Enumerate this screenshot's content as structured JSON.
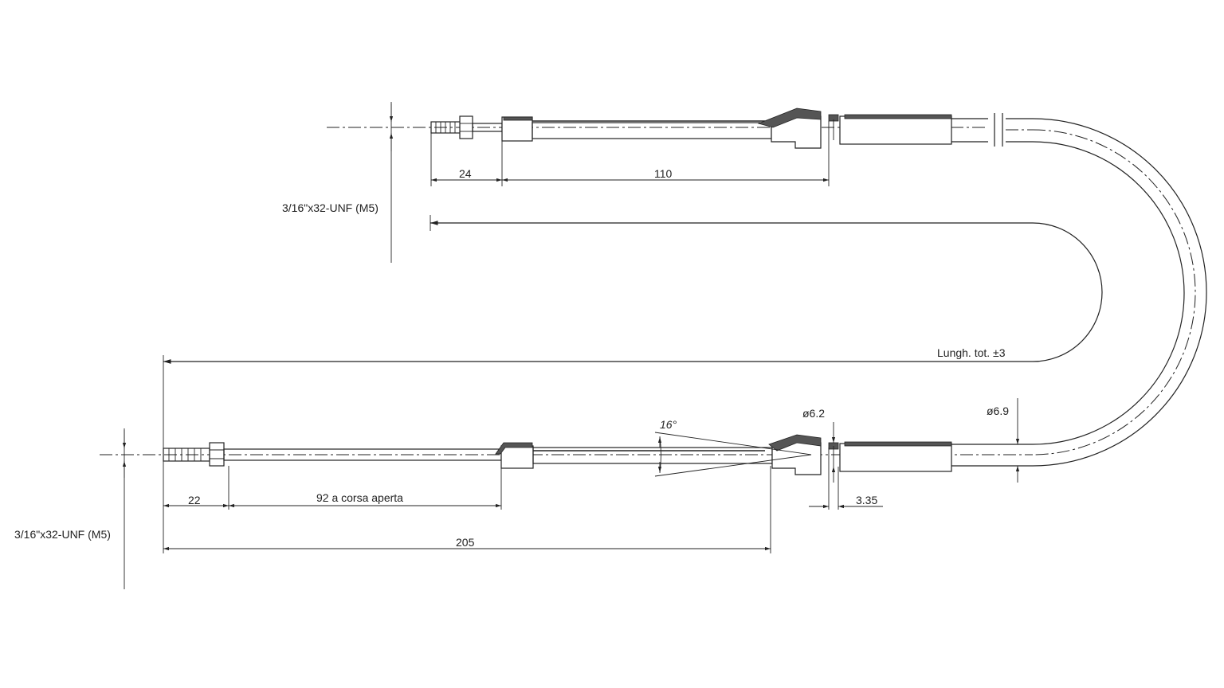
{
  "labels": {
    "dim_top_24": "24",
    "dim_top_110": "110",
    "thread_top": "3/16\"x32-UNF (M5)",
    "total_length": "Lungh. tot. ±3",
    "dia_69": "ø6.9",
    "dia_62": "ø6.2",
    "angle_16": "16°",
    "dim_bottom_22": "22",
    "dim_bottom_92": "92 a corsa aperta",
    "dim_bottom_205": "205",
    "dim_bottom_335": "3.35",
    "thread_bottom": "3/16\"x32-UNF (M5)"
  }
}
